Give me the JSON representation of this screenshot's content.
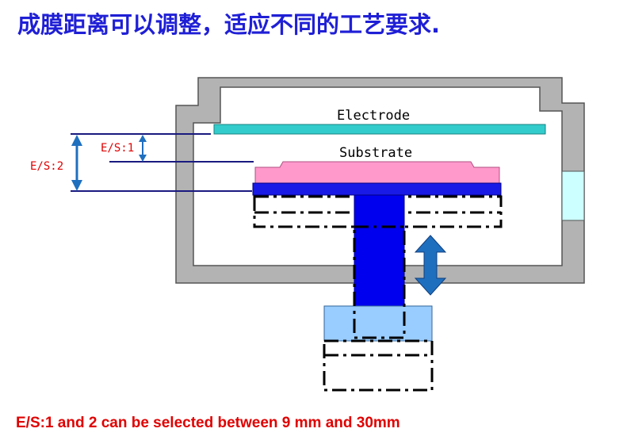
{
  "title": "成膜距离可以调整，适应不同的工艺要求.",
  "labels": {
    "electrode": "Electrode",
    "substrate": "Substrate",
    "es1": "E/S:1",
    "es2": "E/S:2"
  },
  "footer": "E/S:1 and 2 can be selected between 9 mm and 30mm",
  "colors": {
    "title": "#1f1fd6",
    "footer": "#e00000",
    "chamber_wall": "#b3b3b3",
    "electrode": "#33cccc",
    "substrate": "#ff99cc",
    "stage": "#1a1ae6",
    "shaft": "#0000ee",
    "base_block": "#99ccff",
    "arrow": "#1f6fbf",
    "window": "#ccffff"
  }
}
